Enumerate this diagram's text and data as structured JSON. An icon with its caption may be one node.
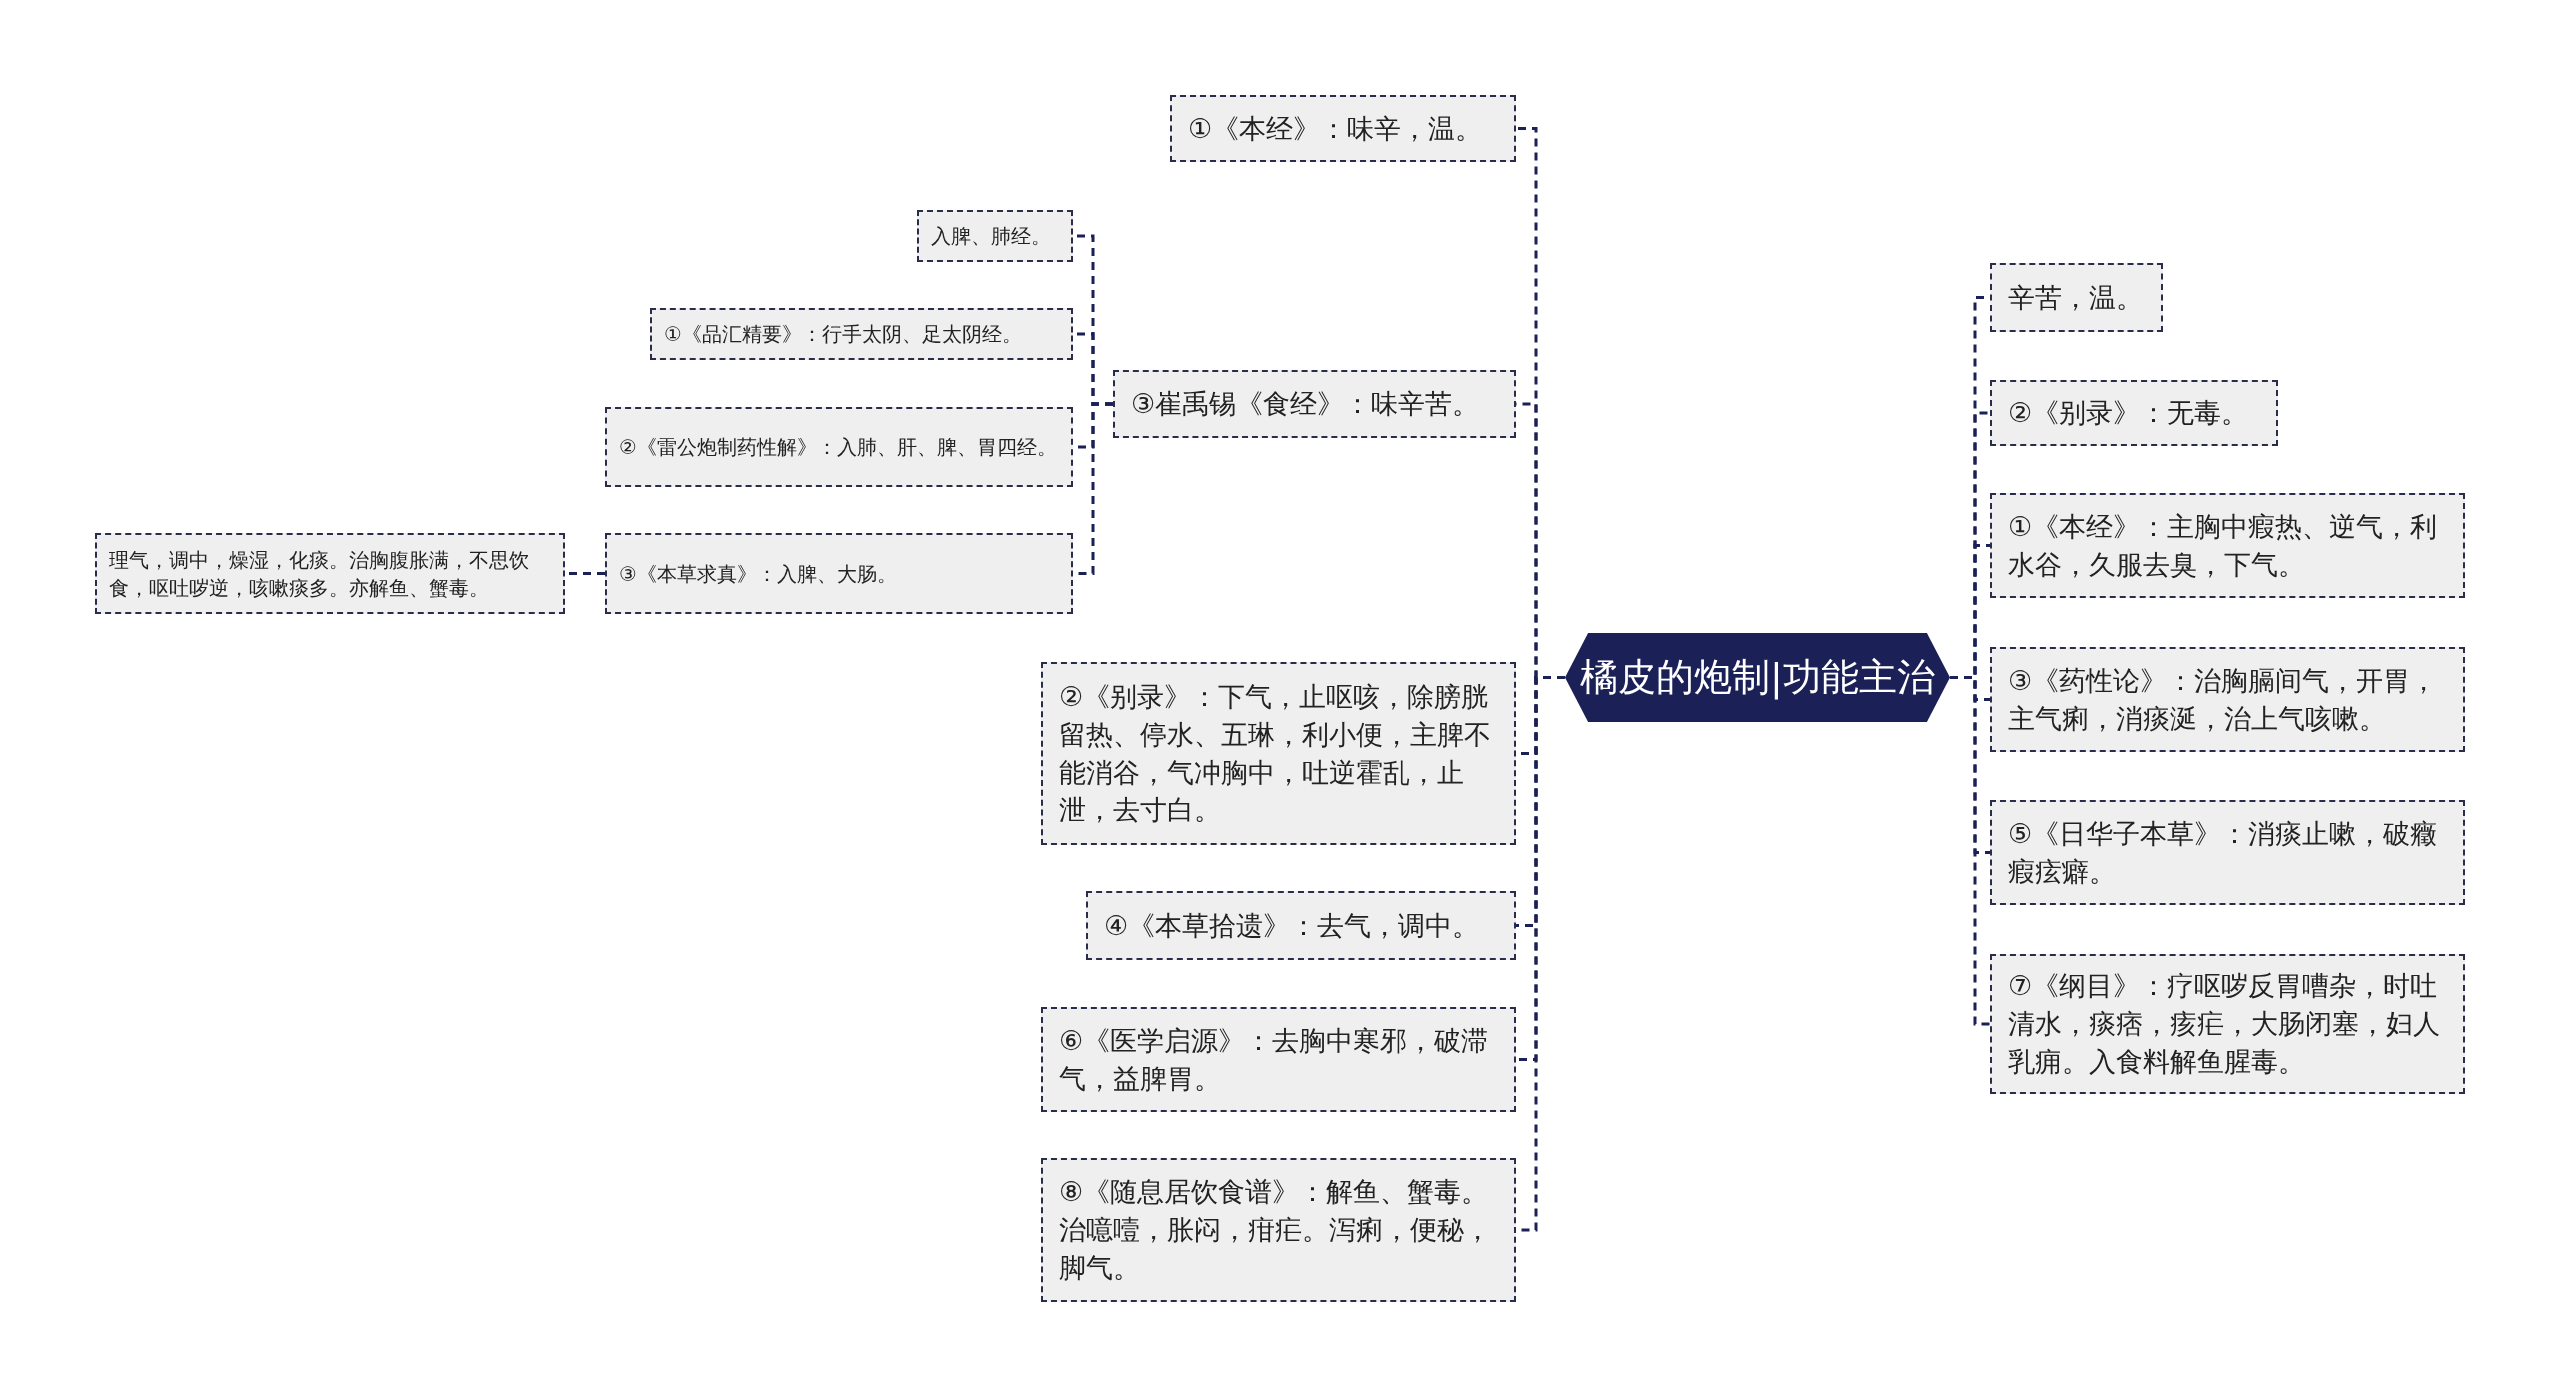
{
  "diagram": {
    "nodes": [
      {
        "text": [
          "橘皮的炮制|功能主治"
        ]
      },
      {
        "text": [
          "①《本经》：味辛，温。"
        ]
      },
      {
        "text": [
          "③崔禹锡《食经》：味辛苦。"
        ]
      },
      {
        "text": [
          "入脾、肺经。"
        ]
      },
      {
        "text": [
          "①《品汇精要》：行手太阴、足太阴经。"
        ]
      },
      {
        "text": [
          "②《雷公炮制药性解》：入肺、肝、脾、胃四经。"
        ]
      },
      {
        "text": [
          "③《本草求真》：入脾、大肠。"
        ]
      },
      {
        "text": [
          "理气，调中，燥湿，化痰。治胸腹胀满，不思饮食，呕吐哕逆，咳嗽痰多。亦解鱼、蟹毒。"
        ]
      },
      {
        "text": [
          "②《别录》：下气，止呕咳，除膀胱留热、停水、五琳，利小便，主脾不能消谷，气冲胸中，吐逆霍乱，止泄，去寸白。"
        ]
      },
      {
        "text": [
          "④《本草拾遗》：去气，调中。"
        ]
      },
      {
        "text": [
          "⑥《医学启源》：去胸中寒邪，破滞气，益脾胃。"
        ]
      },
      {
        "text": [
          "⑧《随息居饮食谱》：解鱼、蟹毒。治噫噎，胀闷，疳疟。泻痢，便秘，脚气。"
        ]
      },
      {
        "text": [
          "辛苦，温。"
        ]
      },
      {
        "text": [
          "②《别录》：无毒。"
        ]
      },
      {
        "text": [
          "①《本经》：主胸中瘕热、逆气，利水谷，久服去臭，下气。"
        ]
      },
      {
        "text": [
          "③《药性论》：治胸膈间气，开胃，主气痢，消痰涎，治上气咳嗽。"
        ]
      },
      {
        "text": [
          "⑤《日华子本草》：消痰止嗽，破癥瘕痃癖。"
        ]
      },
      {
        "text": [
          "⑦《纲目》：疗呕哕反胃嘈杂，时吐清水，痰痞，痎疟，大肠闭塞，妇人乳痈。入食料解鱼腥毒。"
        ]
      }
    ],
    "edges": [
      {
        "from": 0,
        "to": 1,
        "arrow": "none",
        "style": "dashed"
      },
      {
        "from": 0,
        "to": 2,
        "arrow": "none",
        "style": "dashed"
      },
      {
        "from": 2,
        "to": 3,
        "arrow": "none",
        "style": "dashed"
      },
      {
        "from": 2,
        "to": 4,
        "arrow": "none",
        "style": "dashed"
      },
      {
        "from": 2,
        "to": 5,
        "arrow": "none",
        "style": "dashed"
      },
      {
        "from": 2,
        "to": 6,
        "arrow": "none",
        "style": "dashed"
      },
      {
        "from": 6,
        "to": 7,
        "arrow": "none",
        "style": "dashed"
      },
      {
        "from": 0,
        "to": 8,
        "arrow": "none",
        "style": "dashed"
      },
      {
        "from": 0,
        "to": 9,
        "arrow": "none",
        "style": "dashed"
      },
      {
        "from": 0,
        "to": 10,
        "arrow": "none",
        "style": "dashed"
      },
      {
        "from": 0,
        "to": 11,
        "arrow": "none",
        "style": "dashed"
      },
      {
        "from": 0,
        "to": 12,
        "arrow": "none",
        "style": "dashed"
      },
      {
        "from": 0,
        "to": 13,
        "arrow": "none",
        "style": "dashed"
      },
      {
        "from": 0,
        "to": 14,
        "arrow": "none",
        "style": "dashed"
      },
      {
        "from": 0,
        "to": 15,
        "arrow": "none",
        "style": "dashed"
      },
      {
        "from": 0,
        "to": 16,
        "arrow": "none",
        "style": "dashed"
      },
      {
        "from": 0,
        "to": 17,
        "arrow": "none",
        "style": "dashed"
      }
    ]
  }
}
